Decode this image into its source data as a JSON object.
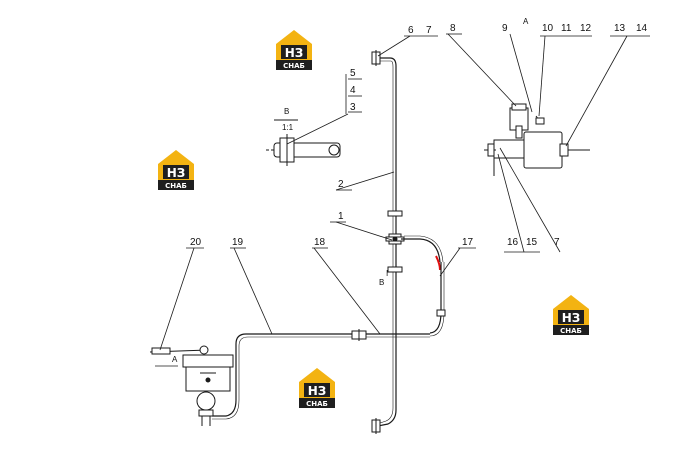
{
  "callouts": [
    "1",
    "2",
    "3",
    "4",
    "5",
    "6",
    "7",
    "8",
    "9",
    "10",
    "11",
    "12",
    "13",
    "14",
    "15",
    "16",
    "17",
    "18",
    "19",
    "20"
  ],
  "callout_7_second": "7",
  "view_labels": {
    "a_top": "A",
    "a_left": "A",
    "b_view": "B",
    "b_scale": "1:1",
    "b_section": "B",
    "b_arrow_mark": "I"
  },
  "logo": {
    "line1": "НЗ",
    "line2": "СНАБ",
    "count": 4
  },
  "colors": {
    "line": "#1a1a1a",
    "highlight": "#e01010",
    "logo_yellow": "#f3b312",
    "logo_dark": "#1f1f1f"
  }
}
